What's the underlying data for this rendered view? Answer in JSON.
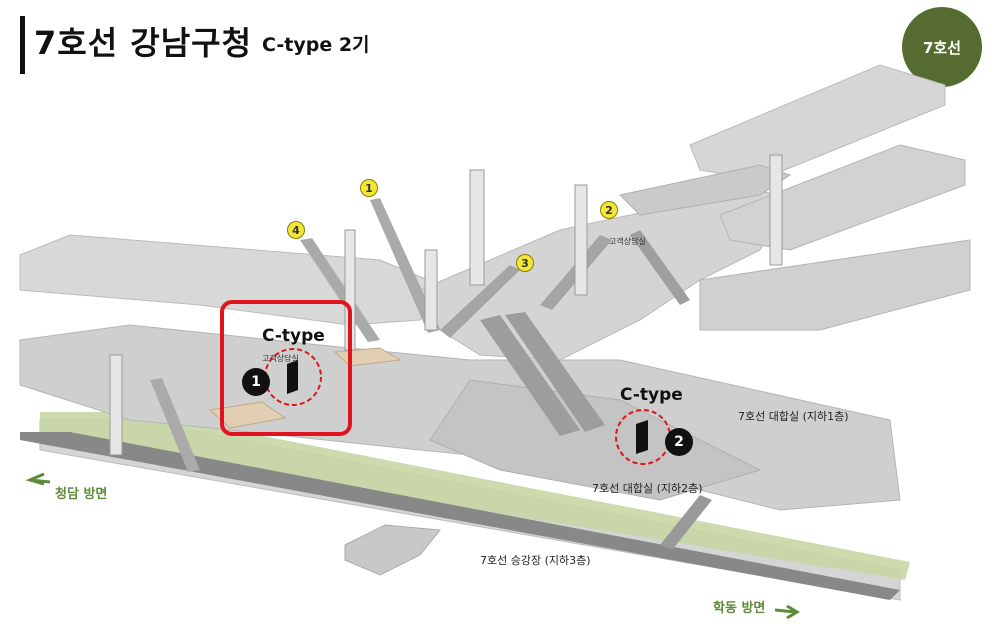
{
  "header": {
    "title": "7호선 강남구청",
    "subtitle": "C-type 2기",
    "line_badge": "7호선"
  },
  "exits": [
    "1",
    "2",
    "3",
    "4"
  ],
  "ctype_labels": [
    "C-type",
    "C-type"
  ],
  "markers": [
    "1",
    "2"
  ],
  "rooms": {
    "customer_service_upper": "고객상담실",
    "customer_service_lower": "고객상담실"
  },
  "levels": {
    "b1": "7호선 대합실 (지하1층)",
    "b2": "7호선 대합실 (지하2층)",
    "b3": "7호선 승강장 (지하3층)"
  },
  "directions": {
    "left": "청담 방면",
    "right": "학동 방면"
  },
  "colors": {
    "line_badge": "#556b2f",
    "highlight_box": "#e0141e",
    "exit_marker": "#f3e637",
    "platform_green": "#c6d6a4"
  }
}
